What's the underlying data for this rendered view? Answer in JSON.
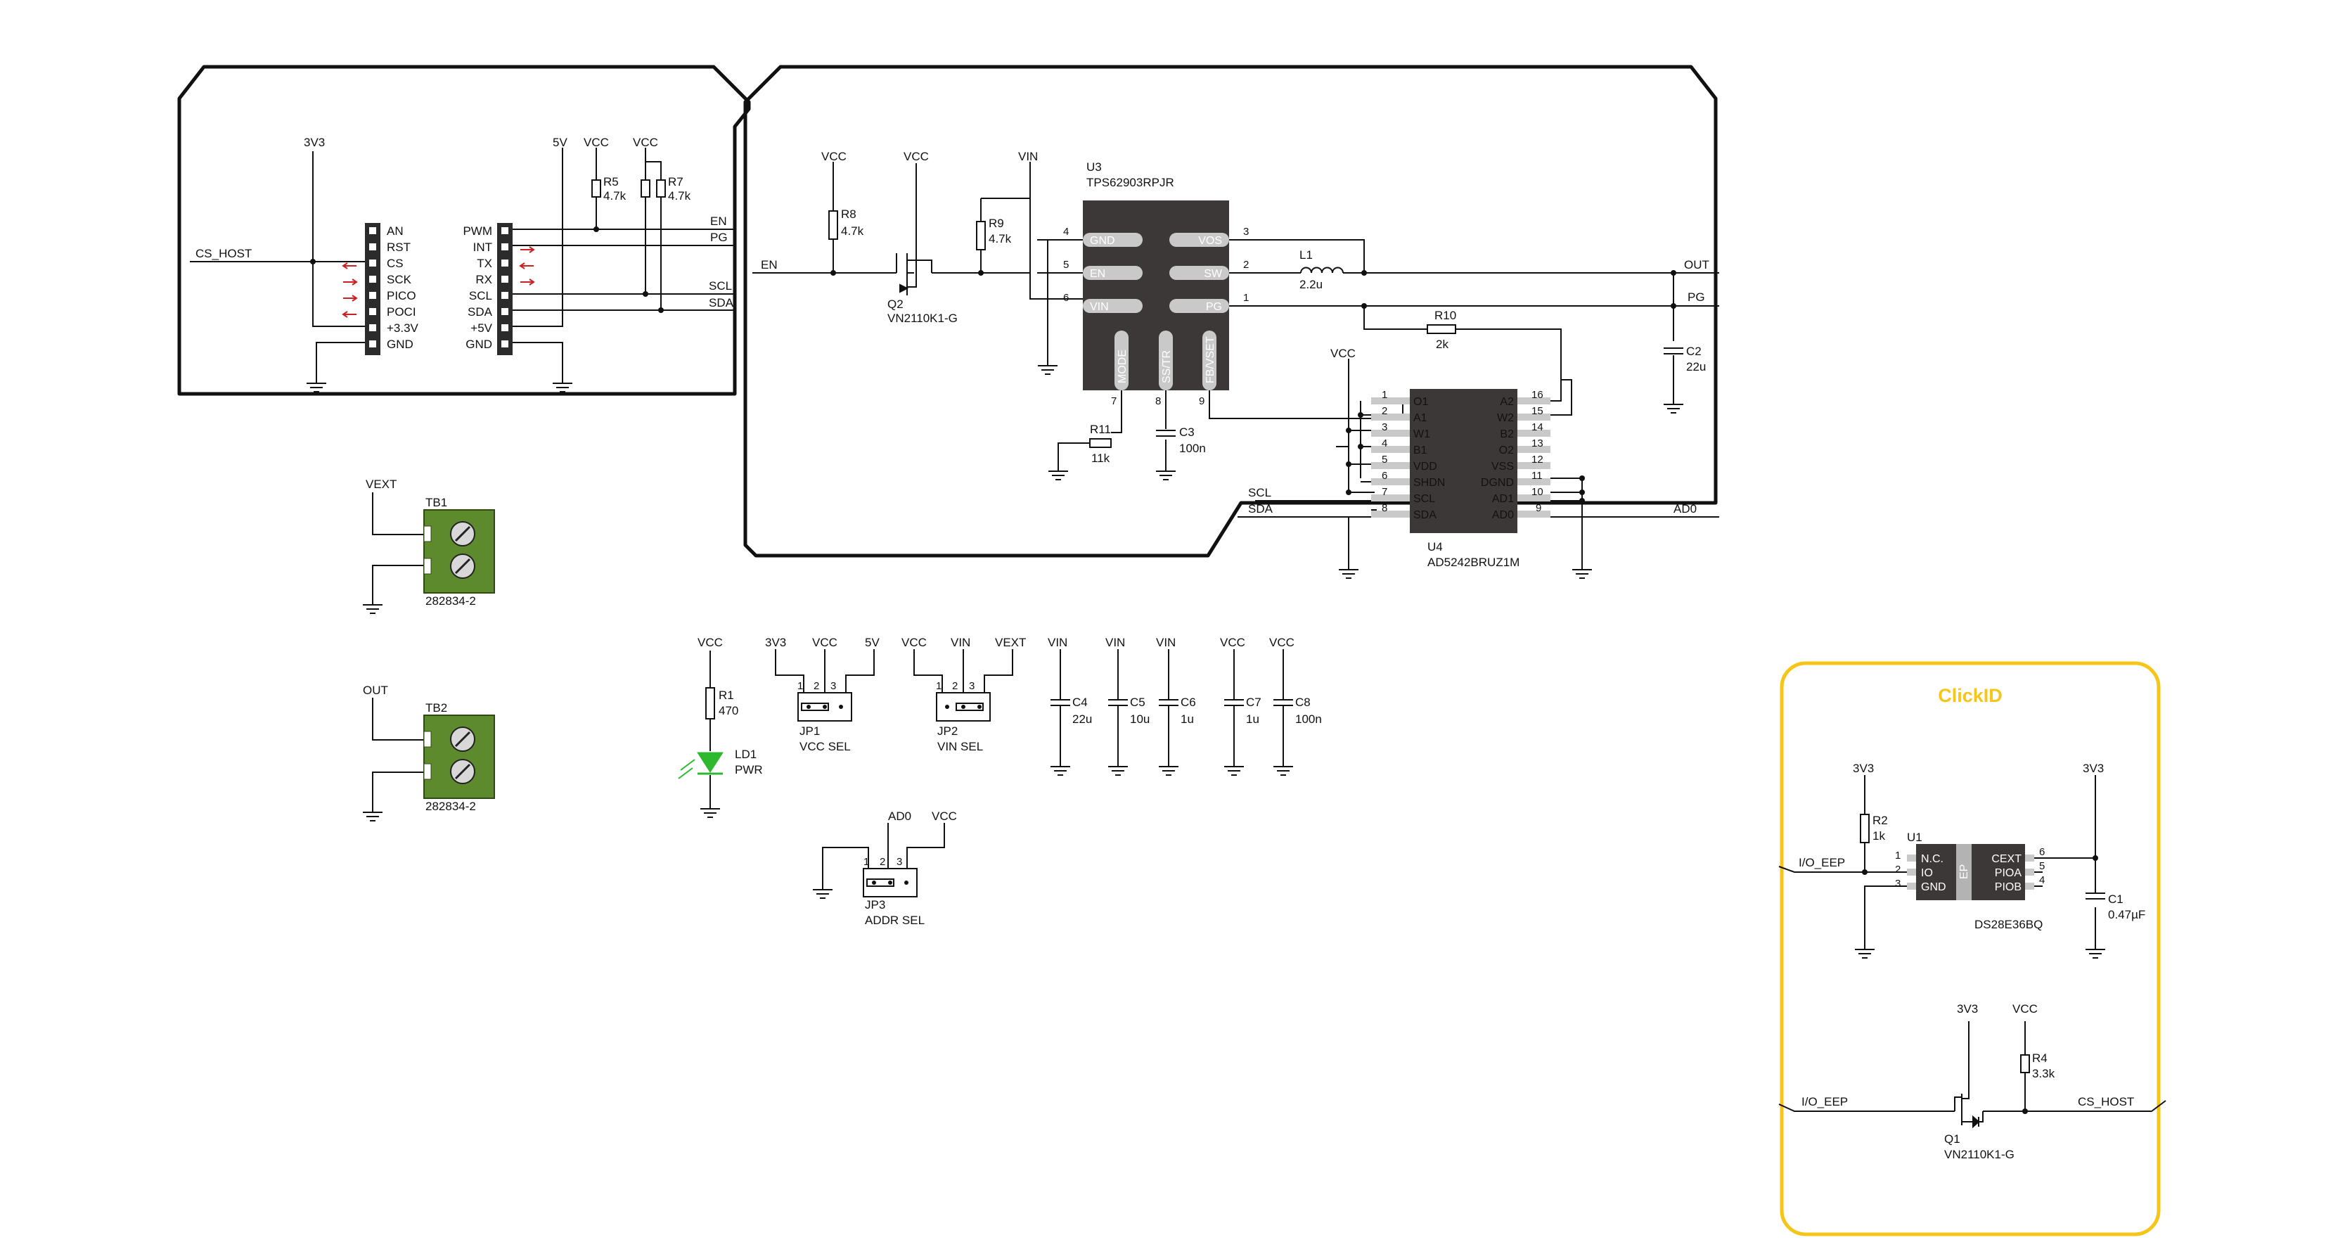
{
  "connector": {
    "left_pins": [
      "AN",
      "RST",
      "CS",
      "SCK",
      "PICO",
      "POCI",
      "+3.3V",
      "GND"
    ],
    "right_pins": [
      "PWM",
      "INT",
      "TX",
      "RX",
      "SCL",
      "SDA",
      "+5V",
      "GND"
    ]
  },
  "nets": {
    "cs_host": "CS_HOST",
    "v3v3": "3V3",
    "v5": "5V",
    "vcc": "VCC",
    "vin": "VIN",
    "vext": "VEXT",
    "out": "OUT",
    "en": "EN",
    "pg": "PG",
    "scl": "SCL",
    "sda": "SDA",
    "ad0": "AD0",
    "io_eep": "I/O_EEP"
  },
  "resistors": {
    "r5": {
      "ref": "R5",
      "value": "4.7k"
    },
    "r7": {
      "ref": "R7",
      "value": "4.7k"
    },
    "r8": {
      "ref": "R8",
      "value": "4.7k"
    },
    "r9": {
      "ref": "R9",
      "value": "4.7k"
    },
    "r10": {
      "ref": "R10",
      "value": "2k"
    },
    "r11": {
      "ref": "R11",
      "value": "11k"
    },
    "r1": {
      "ref": "R1",
      "value": "470"
    },
    "r2": {
      "ref": "R2",
      "value": "1k"
    },
    "r4": {
      "ref": "R4",
      "value": "3.3k"
    }
  },
  "capacitors": {
    "c2": {
      "ref": "C2",
      "value": "22u"
    },
    "c3": {
      "ref": "C3",
      "value": "100n"
    },
    "c4": {
      "ref": "C4",
      "value": "22u"
    },
    "c5": {
      "ref": "C5",
      "value": "10u"
    },
    "c6": {
      "ref": "C6",
      "value": "1u"
    },
    "c7": {
      "ref": "C7",
      "value": "1u"
    },
    "c8": {
      "ref": "C8",
      "value": "100n"
    },
    "c1": {
      "ref": "C1",
      "value": "0.47µF"
    }
  },
  "inductor": {
    "ref": "L1",
    "value": "2.2u"
  },
  "u3": {
    "ref": "U3",
    "part": "TPS62903RPJR",
    "left_pins": [
      {
        "num": "4",
        "name": "GND"
      },
      {
        "num": "5",
        "name": "EN"
      },
      {
        "num": "6",
        "name": "VIN"
      }
    ],
    "right_pins": [
      {
        "num": "3",
        "name": "VOS"
      },
      {
        "num": "2",
        "name": "SW"
      },
      {
        "num": "1",
        "name": "PG"
      }
    ],
    "bottom_pins": [
      {
        "num": "7",
        "name": "MODE"
      },
      {
        "num": "8",
        "name": "SS/TR"
      },
      {
        "num": "9",
        "name": "FB/VSET"
      }
    ]
  },
  "u4": {
    "ref": "U4",
    "part": "AD5242BRUZ1M",
    "left_pins": [
      {
        "num": "1",
        "name": "O1"
      },
      {
        "num": "2",
        "name": "A1"
      },
      {
        "num": "3",
        "name": "W1"
      },
      {
        "num": "4",
        "name": "B1"
      },
      {
        "num": "5",
        "name": "VDD"
      },
      {
        "num": "6",
        "name": "SHDN"
      },
      {
        "num": "7",
        "name": "SCL"
      },
      {
        "num": "8",
        "name": "SDA"
      }
    ],
    "right_pins": [
      {
        "num": "16",
        "name": "A2"
      },
      {
        "num": "15",
        "name": "W2"
      },
      {
        "num": "14",
        "name": "B2"
      },
      {
        "num": "13",
        "name": "O2"
      },
      {
        "num": "12",
        "name": "VSS"
      },
      {
        "num": "11",
        "name": "DGND"
      },
      {
        "num": "10",
        "name": "AD1"
      },
      {
        "num": "9",
        "name": "AD0"
      }
    ]
  },
  "q2": {
    "ref": "Q2",
    "part": "VN2110K1-G"
  },
  "q1": {
    "ref": "Q1",
    "part": "VN2110K1-G"
  },
  "terminals": {
    "tb1": {
      "ref": "TB1",
      "part": "282834-2"
    },
    "tb2": {
      "ref": "TB2",
      "part": "282834-2"
    }
  },
  "led": {
    "ref": "LD1",
    "label": "PWR"
  },
  "jumpers": {
    "jp1": {
      "ref": "JP1",
      "name": "VCC SEL"
    },
    "jp2": {
      "ref": "JP2",
      "name": "VIN SEL"
    },
    "jp3": {
      "ref": "JP3",
      "name": "ADDR SEL"
    }
  },
  "clickid": {
    "title": "ClickID",
    "u1": {
      "ref": "U1",
      "part": "DS28E36BQ",
      "left_pins": [
        {
          "num": "1",
          "name": "N.C."
        },
        {
          "num": "2",
          "name": "IO"
        },
        {
          "num": "3",
          "name": "GND"
        }
      ],
      "right_pins": [
        {
          "num": "6",
          "name": "CEXT"
        },
        {
          "num": "5",
          "name": "PIOA"
        },
        {
          "num": "4",
          "name": "PIOB"
        }
      ],
      "center": "EP"
    }
  },
  "colors": {
    "clickid_border": "#f5c518",
    "terminal_green": "#5d8a2c",
    "ic_body": "#3d3838",
    "led_green": "#2db82d",
    "arrow_red": "#cc1f1f"
  },
  "pin_numbers": {
    "one": "1",
    "two": "2",
    "three": "3"
  }
}
